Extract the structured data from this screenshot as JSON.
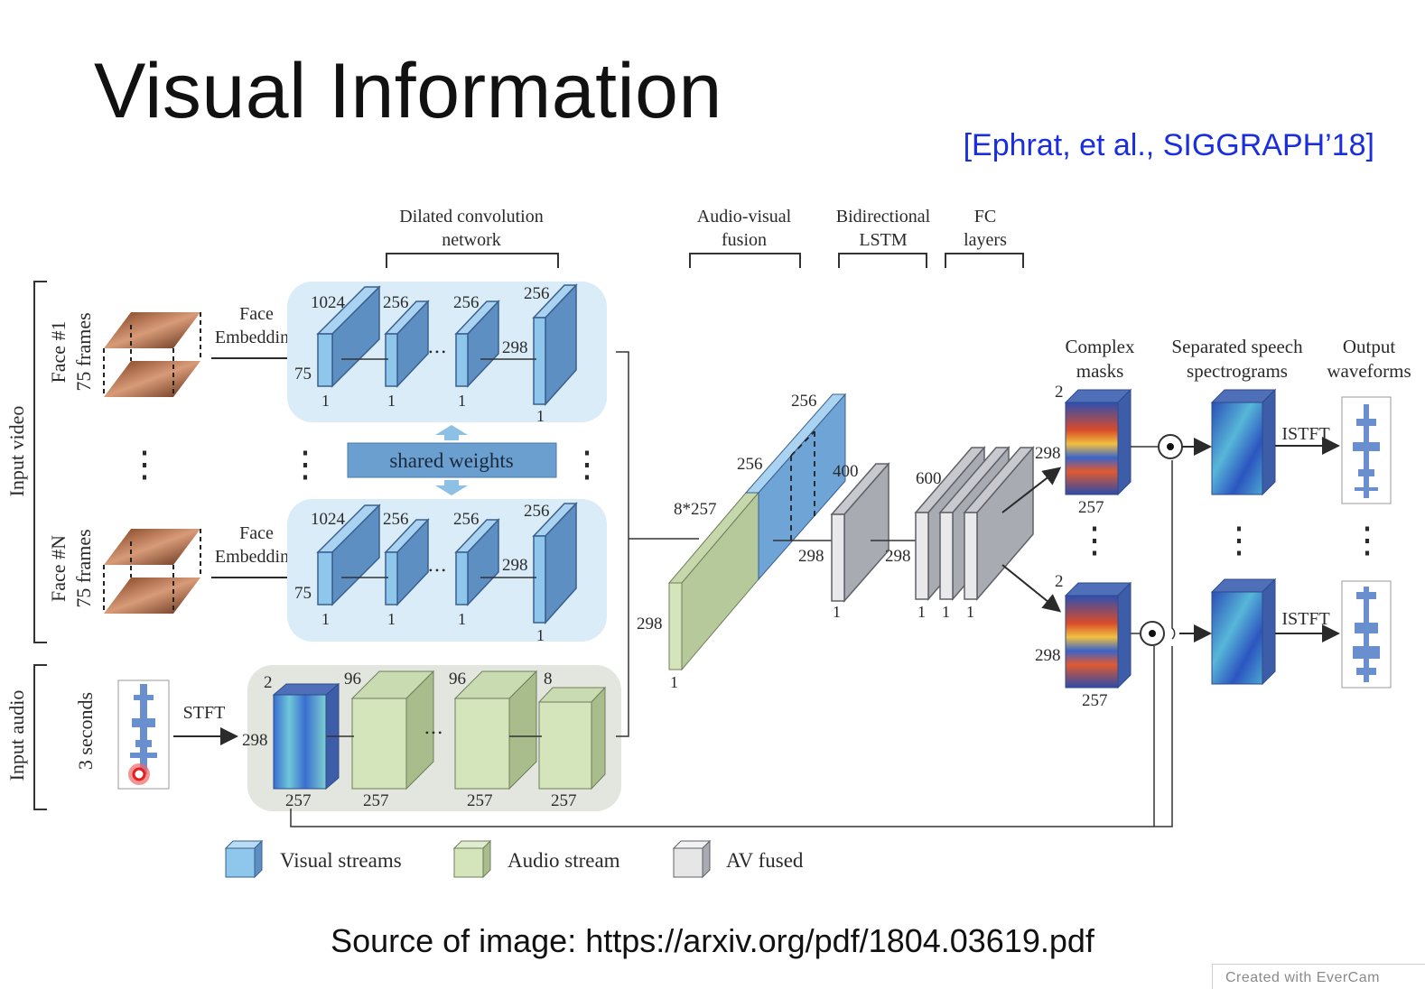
{
  "slide": {
    "title": "Visual Information",
    "citation": "[Ephrat, et al., SIGGRAPH’18]",
    "source": "Source of image: https://arxiv.org/pdf/1804.03619.pdf",
    "watermark": "Created with EverCam"
  },
  "diagram": {
    "sections": {
      "input_video": "Input video",
      "input_audio": "Input audio"
    },
    "faces": [
      {
        "label": "Face #1",
        "frames": "75 frames",
        "embedding": [
          "Face",
          "Embedding"
        ]
      },
      {
        "label": "Face #N",
        "frames": "75 frames",
        "embedding": [
          "Face",
          "Embedding"
        ]
      }
    ],
    "audio_input": {
      "duration": "3 seconds",
      "transform": "STFT"
    },
    "headers": {
      "dilated": [
        "Dilated convolution",
        "network"
      ],
      "fusion": [
        "Audio-visual",
        "fusion"
      ],
      "lstm": [
        "Bidirectional",
        "LSTM"
      ],
      "fc": [
        "FC",
        "layers"
      ],
      "masks": [
        "Complex",
        "masks"
      ],
      "spectrograms": [
        "Separated speech",
        "spectrograms"
      ],
      "waveforms": [
        "Output",
        "waveforms"
      ]
    },
    "shared_weights": "shared weights",
    "ellipsis": "⋮",
    "hdots": "• • •",
    "istft": "ISTFT",
    "visual_labels": {
      "c1": "1024",
      "c2": "256",
      "c3": "256",
      "c4": "256",
      "h": "75",
      "w": "298",
      "one": "1"
    },
    "audio_labels": {
      "c_in": "2",
      "h": "298",
      "c1": "96",
      "c2": "96",
      "c3": "8",
      "w": "257"
    },
    "fusion_labels": {
      "depth_top": "256",
      "depth_mid": "256",
      "concat": "8*257",
      "h": "298",
      "one": "1"
    },
    "lstm_labels": {
      "c": "400",
      "h_in": "298",
      "h_out": "298",
      "one": "1"
    },
    "fc_labels": {
      "c": "600",
      "one": "1"
    },
    "mask_labels": {
      "c": "2",
      "h": "298",
      "w": "257"
    },
    "legend": [
      {
        "label": "Visual streams",
        "color": "#8ec6ec"
      },
      {
        "label": "Audio stream",
        "color": "#cfe0b6"
      },
      {
        "label": "AV fused",
        "color": "#e6e6e6"
      }
    ],
    "colors": {
      "visual_bg": "#d9ecf8",
      "audio_bg": "#e3e5df",
      "visual_box": "#8ec6ec",
      "visual_box_side": "#5d8fc2",
      "audio_box": "#d4e4bb",
      "audio_box_side": "#a9bd8c",
      "fused_box": "#dedfe3",
      "fused_side": "#a9abb2",
      "shared_weights": "#6a9fcf",
      "citation": "#1a2ee0"
    }
  }
}
